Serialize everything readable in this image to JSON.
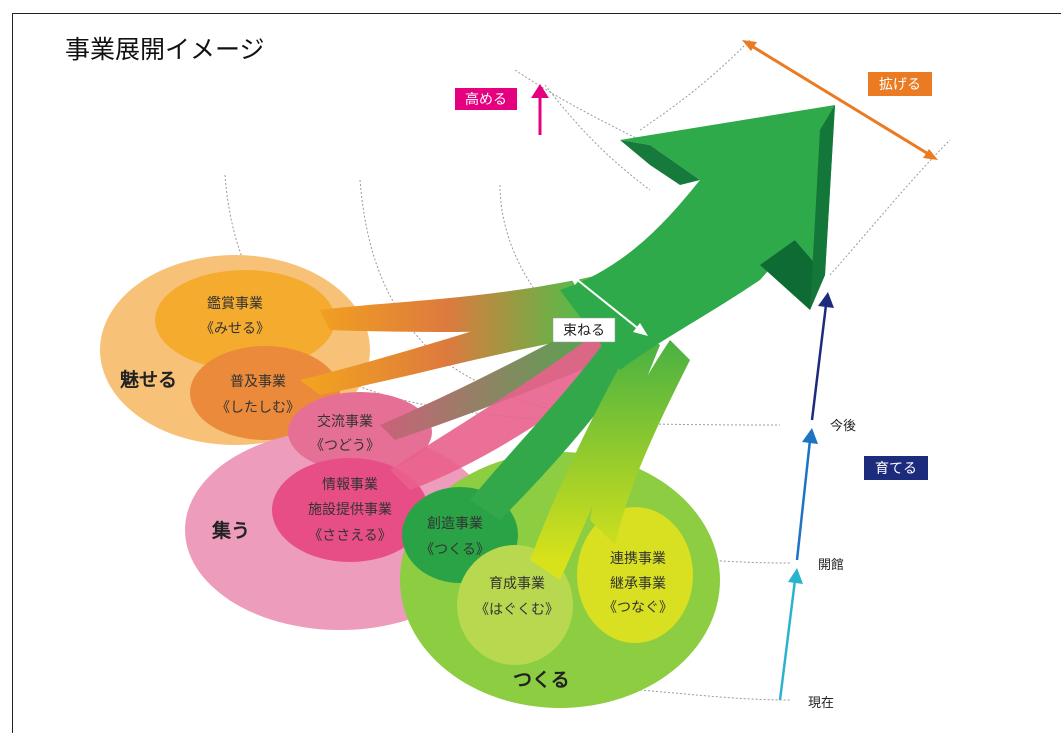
{
  "title": "事業展開イメージ",
  "tags": {
    "raise": "高める",
    "expand": "拡げる",
    "bundle": "束ねる",
    "grow": "育てる"
  },
  "timeline": {
    "now": "現在",
    "opening": "開館",
    "future": "今後"
  },
  "groups": {
    "attract": "魅せる",
    "gather": "集う",
    "create": "つくる"
  },
  "projects": {
    "appreciation": {
      "name": "鑑賞事業",
      "sub": "《みせる》"
    },
    "spread": {
      "name": "普及事業",
      "sub": "《したしむ》"
    },
    "exchange": {
      "name": "交流事業",
      "sub": "《つどう》"
    },
    "info": {
      "name": "情報事業",
      "name2": "施設提供事業",
      "sub": "《ささえる》"
    },
    "creation": {
      "name": "創造事業",
      "sub": "《つくる》"
    },
    "nurture": {
      "name": "育成事業",
      "sub": "《はぐくむ》"
    },
    "link": {
      "name": "連携事業",
      "name2": "継承事業",
      "sub": "《つなぐ》"
    }
  },
  "colors": {
    "magenta": "#e5007f",
    "orange": "#ea7b22",
    "navy": "#1d2b7c",
    "green": "#2fa84a",
    "darkgreen": "#0f6b34"
  }
}
